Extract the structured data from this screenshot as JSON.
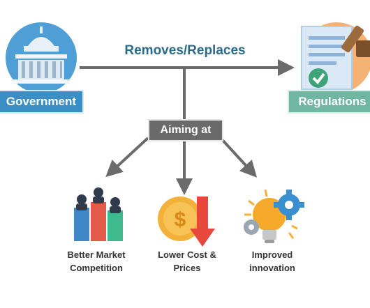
{
  "diagram": {
    "source_node": {
      "label": "Government",
      "icon": "capitol-building-icon",
      "accent": "#3b8fc4"
    },
    "target_node": {
      "label": "Regulations",
      "icon": "regulations-document-icon",
      "accent": "#6fb7a1"
    },
    "main_arrow_label": "Removes/Replaces",
    "branch_label": "Aiming at",
    "outcomes": [
      {
        "line1": "Better Market",
        "line2": "Competition",
        "icon": "business-people-podium-icon"
      },
      {
        "line1": "Lower Cost &",
        "line2": "Prices",
        "icon": "dollar-coin-down-arrow-icon"
      },
      {
        "line1": "Improved",
        "line2": "innovation",
        "icon": "lightbulb-gears-icon"
      }
    ]
  }
}
